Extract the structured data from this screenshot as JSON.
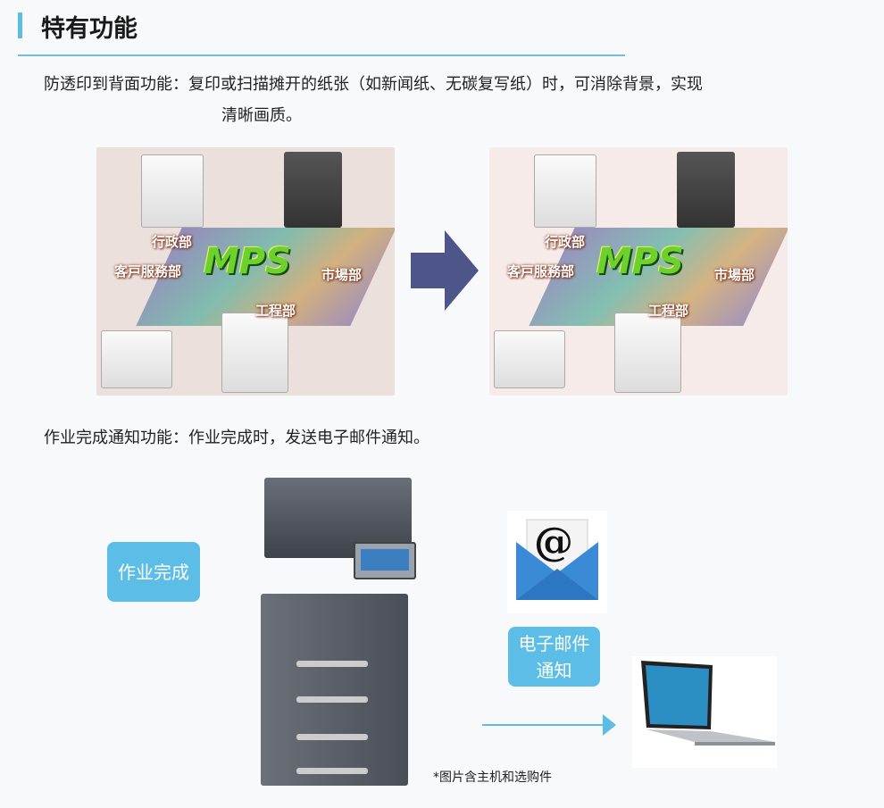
{
  "section": {
    "title": "特有功能",
    "accent_color": "#5bbde4"
  },
  "feature1": {
    "label": "防透印到背面功能：",
    "desc_line1": "复印或扫描摊开的纸张（如新闻纸、无碳复写纸）时，可消除背景，实现",
    "desc_line2": "清晰画质。",
    "image_labels": {
      "admin": "行政部",
      "customer_service": "客戸服務部",
      "mps": "MPS",
      "marketing": "市場部",
      "engineering": "工程部"
    },
    "arrow_color": "#4d5589"
  },
  "feature2": {
    "text": "作业完成通知功能：作业完成时，发送电子邮件通知。",
    "job_done_label": "作业完成",
    "email_notify_label": "电子邮件通知",
    "email_symbol": "@",
    "footnote": "*图片含主机和选购件"
  }
}
